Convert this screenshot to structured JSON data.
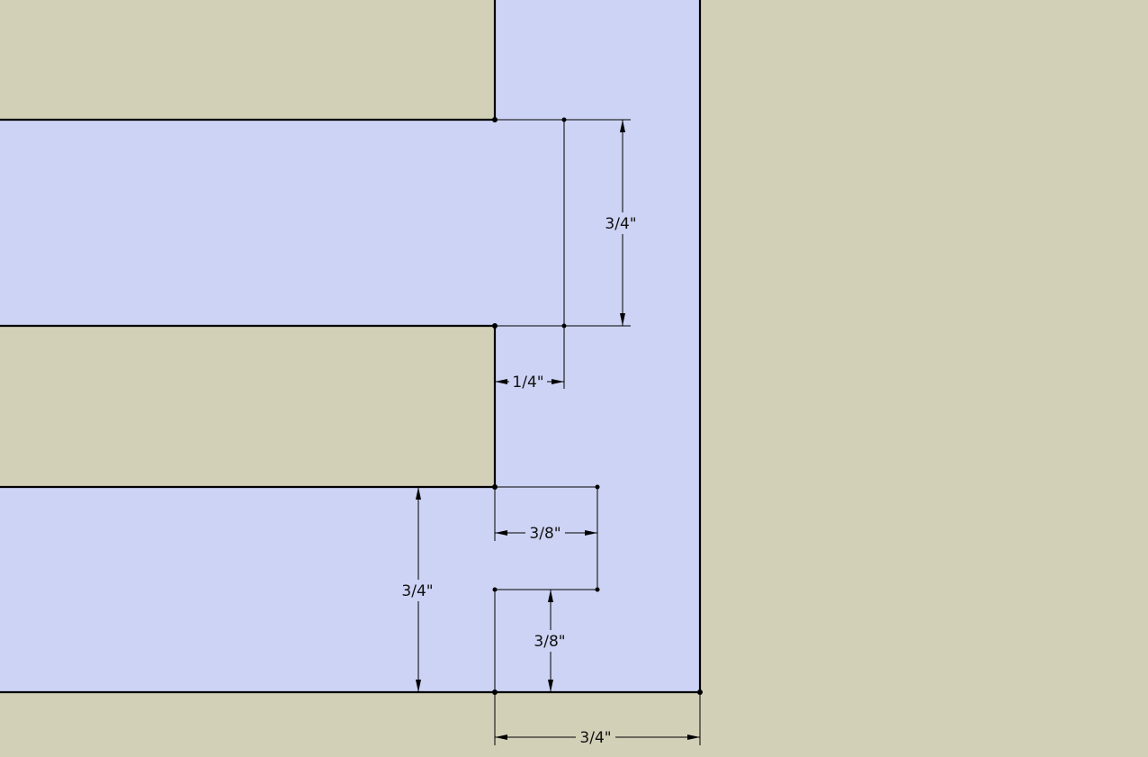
{
  "colors": {
    "background": "#d3d0b8",
    "face": "#cdd3f4",
    "edge": "#000000"
  },
  "dimensions": {
    "right_height": "3/4\"",
    "offset_quarter": "1/4\"",
    "step_width": "3/8\"",
    "step_height": "3/8\"",
    "left_height": "3/4\"",
    "bottom_width": "3/4\""
  }
}
